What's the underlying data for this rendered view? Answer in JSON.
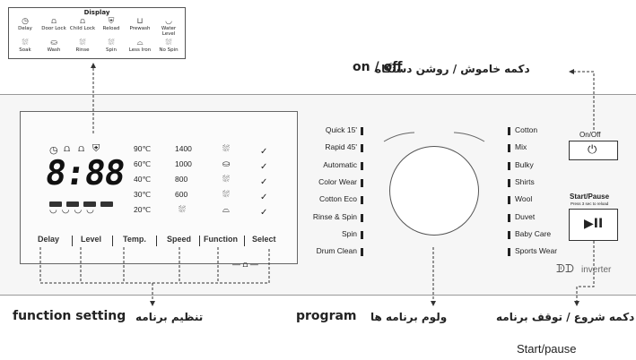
{
  "display_legend": {
    "title": "Display",
    "row1": [
      {
        "label": "Delay",
        "icon": "clock-icon"
      },
      {
        "label": "Door Lock",
        "icon": "lock-icon"
      },
      {
        "label": "Child Lock",
        "icon": "child-lock-icon"
      },
      {
        "label": "Reload",
        "icon": "shirt-icon"
      },
      {
        "label": "Prewash",
        "icon": "prewash-icon"
      },
      {
        "label": "Water Level",
        "icon": "water-level-icon"
      }
    ],
    "row2": [
      {
        "label": "Soak",
        "icon": "soak-icon"
      },
      {
        "label": "Wash",
        "icon": "wash-icon"
      },
      {
        "label": "Rinse",
        "icon": "rinse-icon"
      },
      {
        "label": "Spin",
        "icon": "spin-icon"
      },
      {
        "label": "Less Iron",
        "icon": "less-iron-icon"
      },
      {
        "label": "No Spin",
        "icon": "no-spin-icon"
      }
    ]
  },
  "display": {
    "digits": "8:88",
    "temps": [
      "90℃",
      "60℃",
      "40℃",
      "30℃",
      "20℃"
    ],
    "speeds": [
      "1400",
      "1000",
      "800",
      "600"
    ]
  },
  "function_row": [
    "Delay",
    "Level",
    "Temp.",
    "Speed",
    "Function",
    "Select"
  ],
  "programs_left": [
    "Quick 15'",
    "Rapid 45'",
    "Automatic",
    "Color Wear",
    "Cotton Eco",
    "Rinse & Spin",
    "Spin",
    "Drum Clean"
  ],
  "programs_right": [
    "Cotton",
    "Mix",
    "Bulky",
    "Shirts",
    "Wool",
    "Duvet",
    "Baby Care",
    "Sports Wear"
  ],
  "buttons": {
    "onoff_label": "On/Off",
    "startpause_label": "Start/Pause",
    "startpause_sub": "Press 3 sec to reload"
  },
  "brand": "inverter",
  "captions": {
    "onoff_fa": "دکمه خاموش / روشن دستگاه",
    "onoff_en": "on / off",
    "function_en": "function setting",
    "function_fa": "تنظیم برنامه",
    "program_fa": "ولوم برنامه ها",
    "program_en": "program",
    "start_fa": "دکمه شروع / توقف برنامه",
    "start_en": "Start/pause"
  }
}
